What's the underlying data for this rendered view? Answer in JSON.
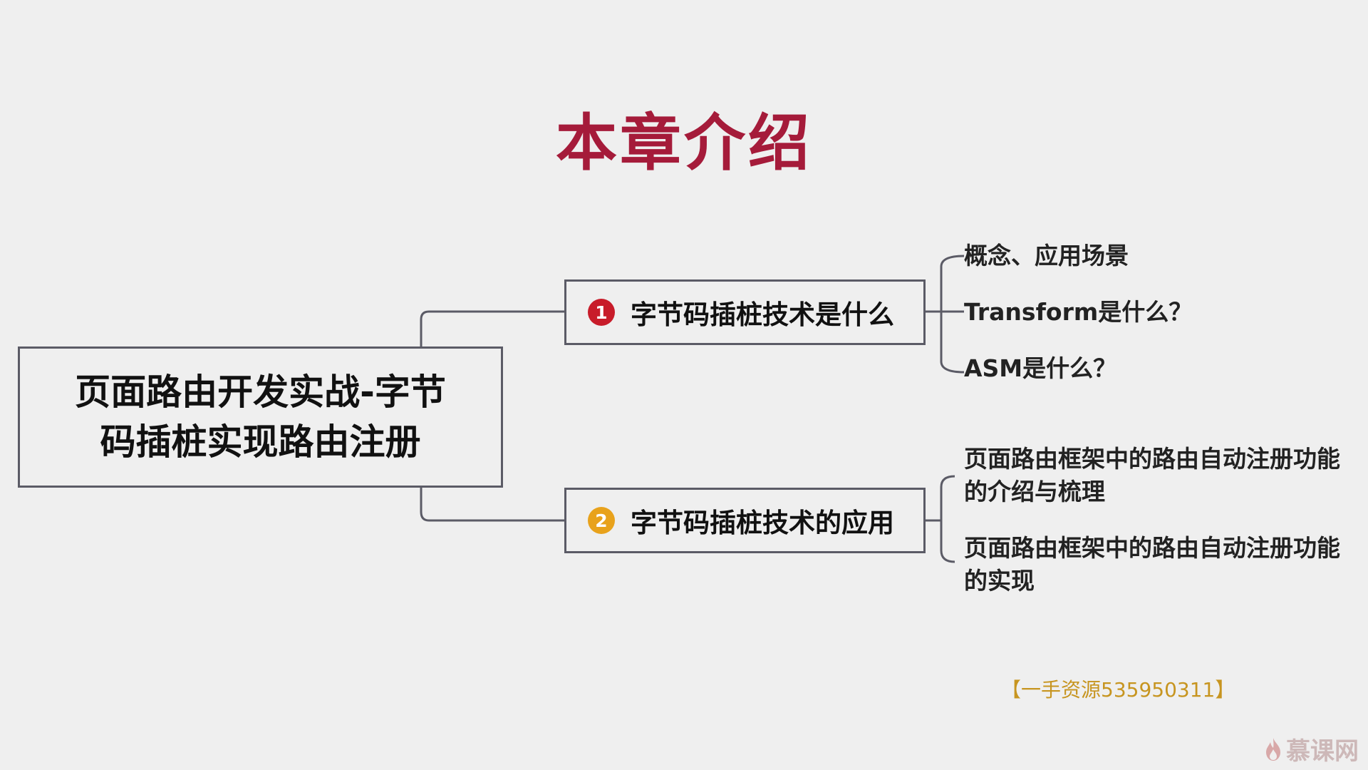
{
  "slide": {
    "title": "本章介绍",
    "root": {
      "label": "页面路由开发实战-字节码插桩实现路由注册"
    },
    "branches": [
      {
        "number": "1",
        "label": "字节码插桩技术是什么",
        "badge_color": "#c81c2a",
        "leaves": [
          "概念、应用场景",
          "Transform是什么？",
          "ASM是什么？"
        ]
      },
      {
        "number": "2",
        "label": "字节码插桩技术的应用",
        "badge_color": "#e8a21c",
        "leaves": [
          "页面路由框架中的路由自动注册功能的介绍与梳理",
          "页面路由框架中的路由自动注册功能的实现"
        ]
      }
    ],
    "watermark": "【一手资源535950311】",
    "logo": {
      "text": "慕课网",
      "icon": "flame-icon"
    }
  },
  "colors": {
    "title": "#a51b3a",
    "border": "#5b5b66",
    "background": "#efefef",
    "watermark": "#c79520"
  }
}
